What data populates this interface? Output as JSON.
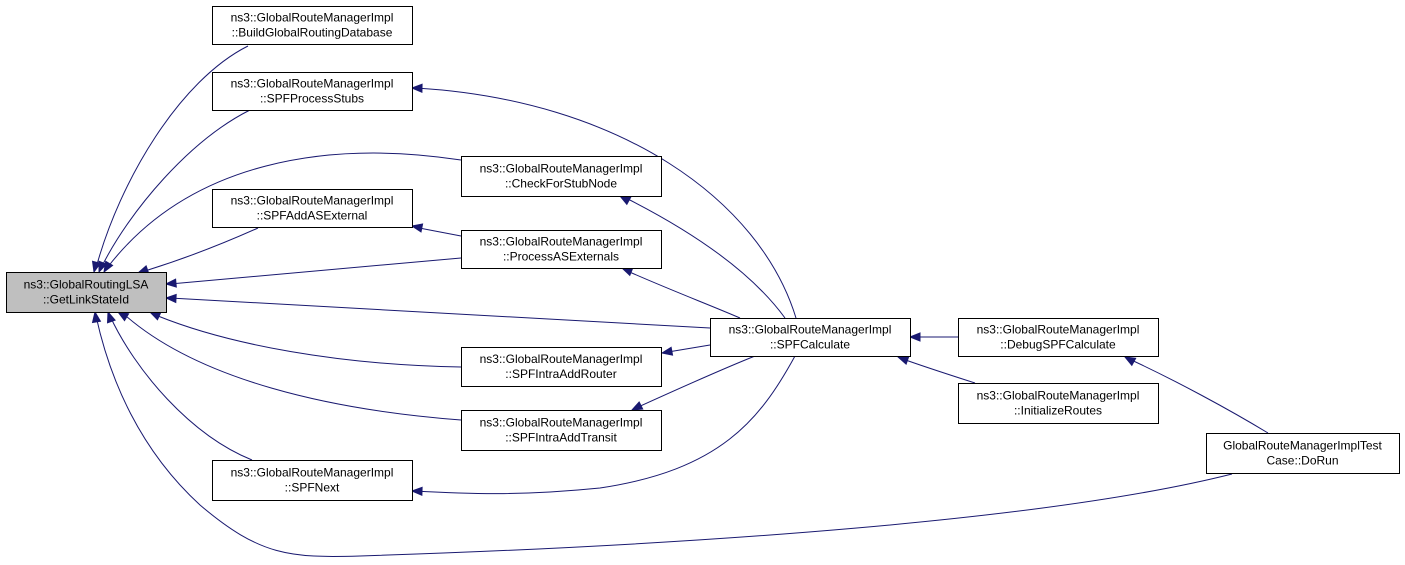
{
  "colors": {
    "edge": "#191970",
    "node_fill": "#ffffff",
    "focus_fill": "#bfbfbf",
    "border": "#000000"
  },
  "nodes": [
    {
      "id": "getlinkstateid",
      "lines": [
        "ns3::GlobalRoutingLSA",
        "::GetLinkStateId"
      ],
      "focus": true
    },
    {
      "id": "buildglobalroutingdatabase",
      "lines": [
        "ns3::GlobalRouteManagerImpl",
        "::BuildGlobalRoutingDatabase"
      ]
    },
    {
      "id": "spfprocessstubs",
      "lines": [
        "ns3::GlobalRouteManagerImpl",
        "::SPFProcessStubs"
      ]
    },
    {
      "id": "spfaddasexternal",
      "lines": [
        "ns3::GlobalRouteManagerImpl",
        "::SPFAddASExternal"
      ]
    },
    {
      "id": "spfnext",
      "lines": [
        "ns3::GlobalRouteManagerImpl",
        "::SPFNext"
      ]
    },
    {
      "id": "checkforstubnode",
      "lines": [
        "ns3::GlobalRouteManagerImpl",
        "::CheckForStubNode"
      ]
    },
    {
      "id": "processasexternals",
      "lines": [
        "ns3::GlobalRouteManagerImpl",
        "::ProcessASExternals"
      ]
    },
    {
      "id": "spfintraaddrouter",
      "lines": [
        "ns3::GlobalRouteManagerImpl",
        "::SPFIntraAddRouter"
      ]
    },
    {
      "id": "spfintraaddtransit",
      "lines": [
        "ns3::GlobalRouteManagerImpl",
        "::SPFIntraAddTransit"
      ]
    },
    {
      "id": "spfcalculate",
      "lines": [
        "ns3::GlobalRouteManagerImpl",
        "::SPFCalculate"
      ]
    },
    {
      "id": "debugspfcalculate",
      "lines": [
        "ns3::GlobalRouteManagerImpl",
        "::DebugSPFCalculate"
      ]
    },
    {
      "id": "initializeroutes",
      "lines": [
        "ns3::GlobalRouteManagerImpl",
        "::InitializeRoutes"
      ]
    },
    {
      "id": "testcase-dorun",
      "lines": [
        "GlobalRouteManagerImplTest",
        "Case::DoRun"
      ]
    }
  ],
  "edges": [
    {
      "from": "buildglobalroutingdatabase",
      "to": "getlinkstateid"
    },
    {
      "from": "spfprocessstubs",
      "to": "getlinkstateid"
    },
    {
      "from": "checkforstubnode",
      "to": "getlinkstateid"
    },
    {
      "from": "spfaddasexternal",
      "to": "getlinkstateid"
    },
    {
      "from": "processasexternals",
      "to": "getlinkstateid"
    },
    {
      "from": "spfcalculate",
      "to": "getlinkstateid"
    },
    {
      "from": "spfintraaddrouter",
      "to": "getlinkstateid"
    },
    {
      "from": "spfintraaddtransit",
      "to": "getlinkstateid"
    },
    {
      "from": "spfnext",
      "to": "getlinkstateid"
    },
    {
      "from": "testcase-dorun",
      "to": "getlinkstateid"
    },
    {
      "from": "spfcalculate",
      "to": "spfprocessstubs"
    },
    {
      "from": "spfcalculate",
      "to": "checkforstubnode"
    },
    {
      "from": "processasexternals",
      "to": "spfaddasexternal"
    },
    {
      "from": "spfcalculate",
      "to": "processasexternals"
    },
    {
      "from": "spfcalculate",
      "to": "spfintraaddrouter"
    },
    {
      "from": "spfcalculate",
      "to": "spfintraaddtransit"
    },
    {
      "from": "spfcalculate",
      "to": "spfnext"
    },
    {
      "from": "debugspfcalculate",
      "to": "spfcalculate"
    },
    {
      "from": "initializeroutes",
      "to": "spfcalculate"
    },
    {
      "from": "testcase-dorun",
      "to": "debugspfcalculate"
    }
  ]
}
